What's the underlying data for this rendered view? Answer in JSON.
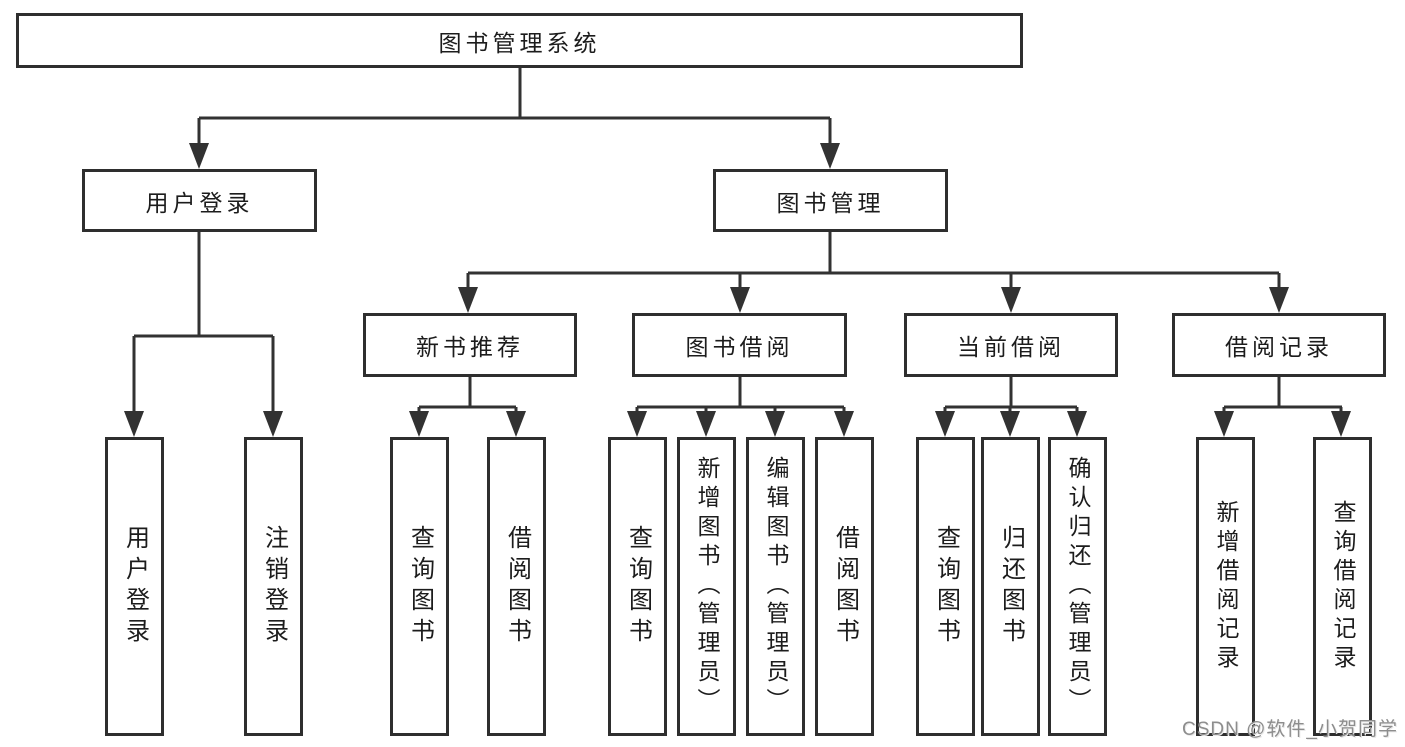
{
  "colors": {
    "background": "#ffffff",
    "line": "#323232",
    "box_border": "#2e2e2e",
    "text": "#1c1c1c",
    "watermark": "#8d8d8d"
  },
  "watermark": {
    "text": "CSDN @软件_小贺同学"
  },
  "tree": {
    "label": "图书管理系统",
    "children": [
      {
        "label": "用户登录",
        "children": [
          {
            "label": "用户登录"
          },
          {
            "label": "注销登录"
          }
        ]
      },
      {
        "label": "图书管理",
        "children": [
          {
            "label": "新书推荐",
            "children": [
              {
                "label": "查询图书"
              },
              {
                "label": "借阅图书"
              }
            ]
          },
          {
            "label": "图书借阅",
            "children": [
              {
                "label": "查询图书"
              },
              {
                "label": "新增图书（管理员）"
              },
              {
                "label": "编辑图书（管理员）"
              },
              {
                "label": "借阅图书"
              }
            ]
          },
          {
            "label": "当前借阅",
            "children": [
              {
                "label": "查询图书"
              },
              {
                "label": "归还图书"
              },
              {
                "label": "确认归还（管理员）"
              }
            ]
          },
          {
            "label": "借阅记录",
            "children": [
              {
                "label": "新增借阅记录"
              },
              {
                "label": "查询借阅记录"
              }
            ]
          }
        ]
      }
    ]
  }
}
